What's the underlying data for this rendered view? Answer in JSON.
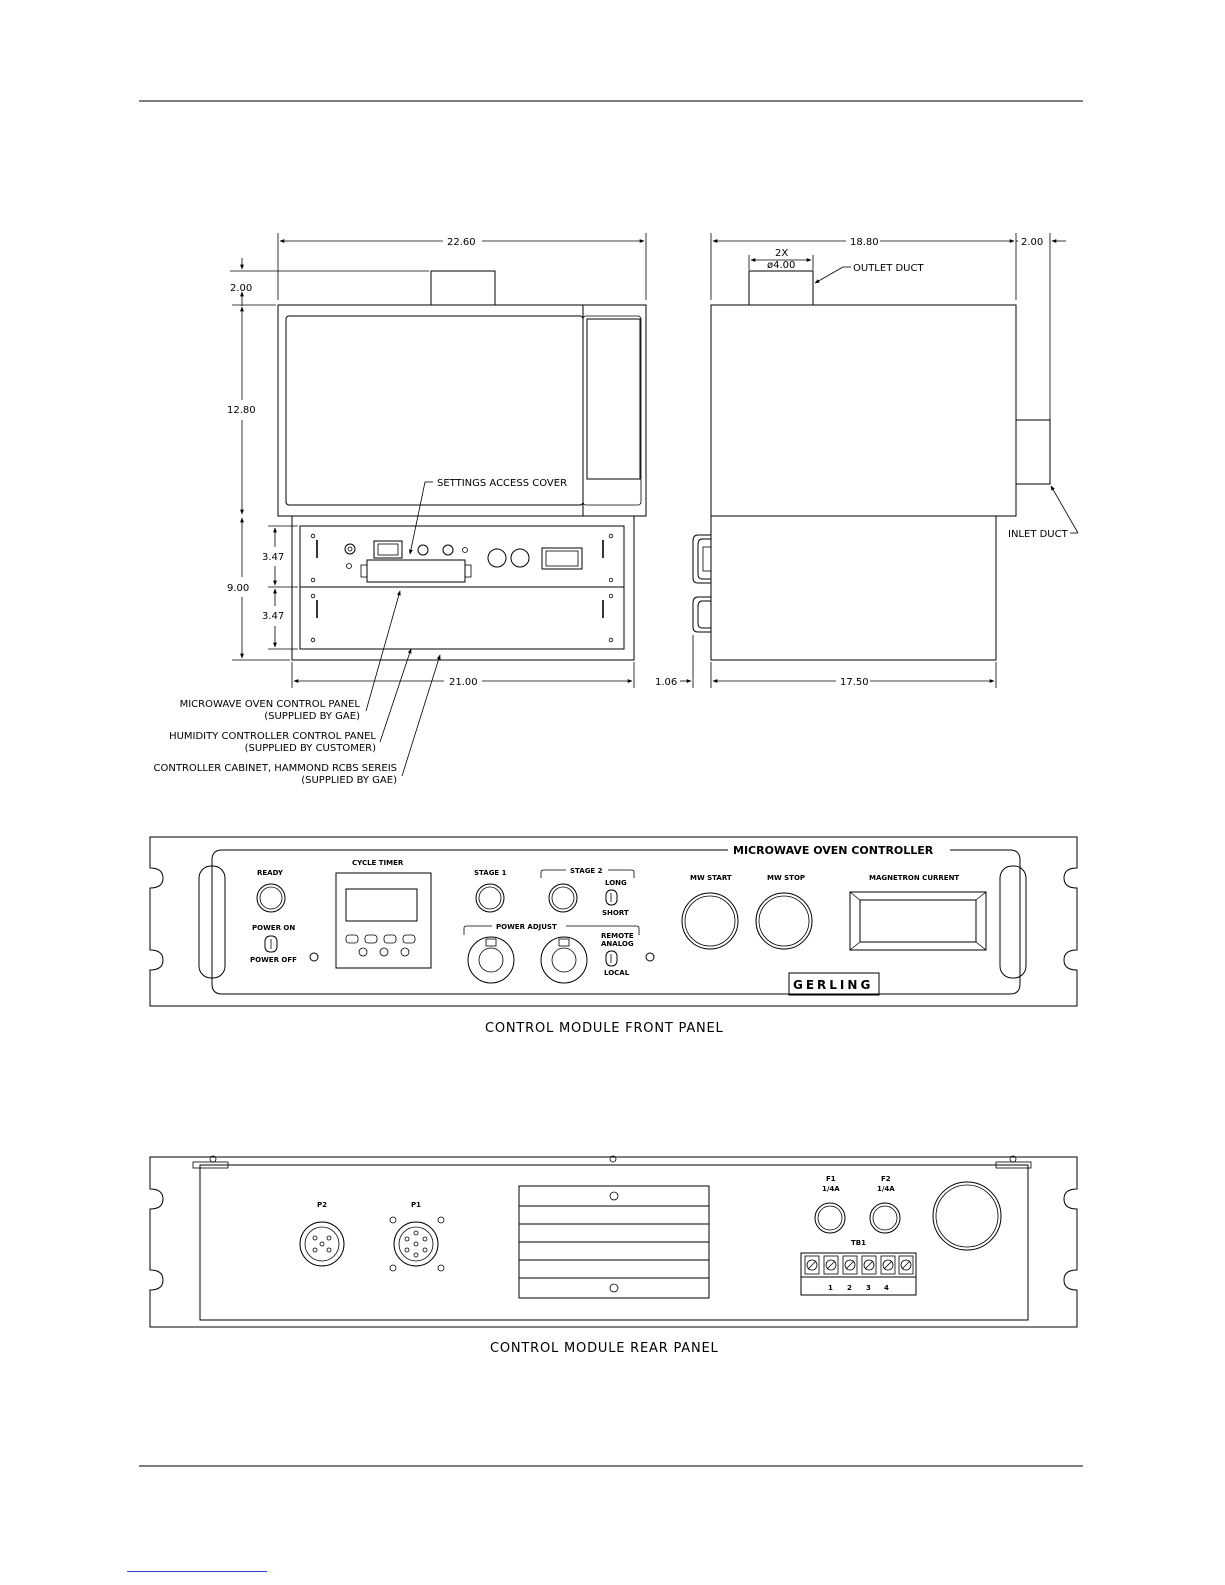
{
  "dimensions": {
    "overall_width": "22.60",
    "duct_height": "2.00",
    "upper_height": "12.80",
    "cabinet_height": "9.00",
    "panel1_height": "3.47",
    "panel2_height": "3.47",
    "cabinet_width": "21.00",
    "side_depth": "18.80",
    "side_offset": "2.00",
    "duct_count": "2X",
    "duct_diameter": "ø4.00",
    "base_depth": "17.50",
    "handle_offset": "1.06"
  },
  "callouts": {
    "settings_access_cover": "SETTINGS  ACCESS  COVER",
    "outlet_duct": "OUTLET  DUCT",
    "inlet_duct": "INLET  DUCT",
    "mw_panel_line1": "MICROWAVE  OVEN  CONTROL  PANEL",
    "mw_panel_line2": "(SUPPLIED  BY  GAE)",
    "humidity_line1": "HUMIDITY  CONTROLLER  CONTROL  PANEL",
    "humidity_line2": "(SUPPLIED  BY  CUSTOMER)",
    "cabinet_line1": "CONTROLLER  CABINET,  HAMMOND  RCBS  SEREIS",
    "cabinet_line2": "(SUPPLIED  BY  GAE)"
  },
  "front_panel": {
    "title": "MICROWAVE OVEN CONTROLLER",
    "ready": "READY",
    "power_on": "POWER ON",
    "power_off": "POWER OFF",
    "cycle_timer": "CYCLE TIMER",
    "stage1": "STAGE 1",
    "stage2": "STAGE 2",
    "long": "LONG",
    "short": "SHORT",
    "power_adjust": "POWER ADJUST",
    "remote_line1": "REMOTE",
    "remote_line2": "ANALOG",
    "local": "LOCAL",
    "mw_start": "MW START",
    "mw_stop": "MW STOP",
    "magnetron_current": "MAGNETRON CURRENT",
    "brand": "GERLING",
    "caption": "CONTROL  MODULE  FRONT  PANEL"
  },
  "rear_panel": {
    "p2": "P2",
    "p1": "P1",
    "f1": "F1",
    "f1_rating": "1/4A",
    "f2": "F2",
    "f2_rating": "1/4A",
    "tb1": "TB1",
    "terminals": [
      "1",
      "2",
      "3",
      "4"
    ],
    "caption": "CONTROL  MODULE  REAR  PANEL"
  }
}
